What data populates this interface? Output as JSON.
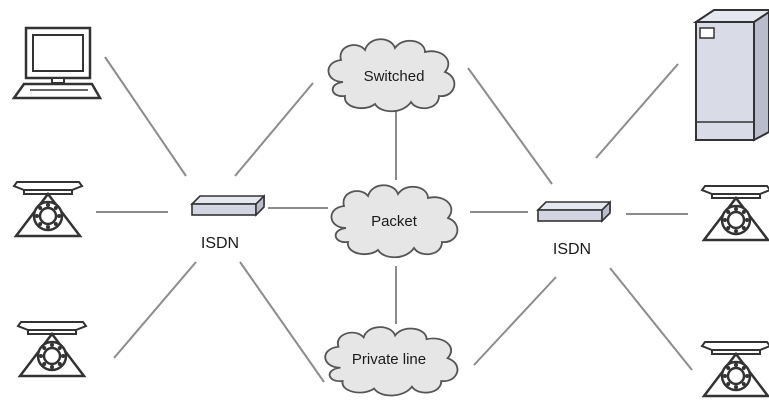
{
  "networks": {
    "switched": "Switched",
    "packet": "Packet",
    "private_line": "Private line"
  },
  "switches": {
    "left": "ISDN",
    "right": "ISDN"
  },
  "icons": {
    "computer": "computer-icon",
    "telephone": "telephone-icon",
    "server": "server-icon",
    "switch": "isdn-switch-icon",
    "cloud": "cloud-icon"
  },
  "colors": {
    "line": "#8c8c8c",
    "cloud_fill": "#e6e6e6",
    "device_fill": "#d9dbe6",
    "outline": "#333333"
  }
}
